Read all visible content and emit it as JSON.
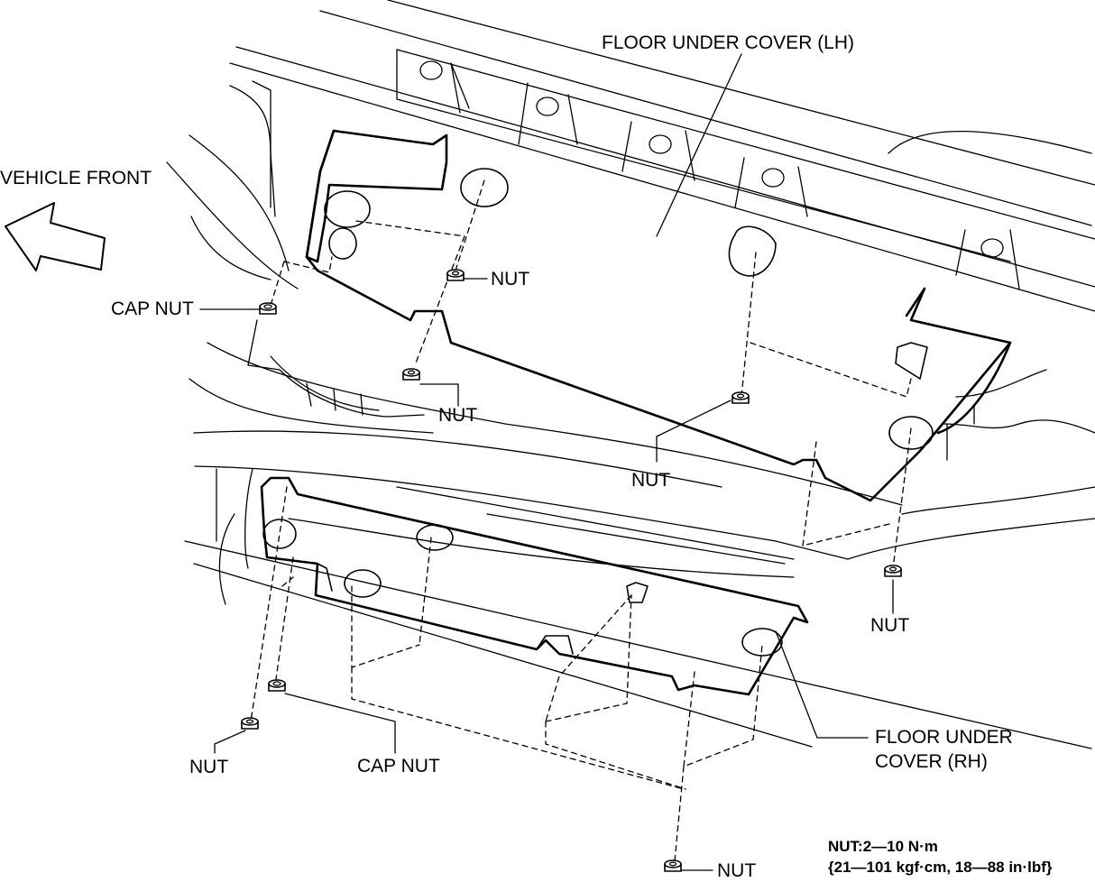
{
  "labels": {
    "floor_lh": "FLOOR UNDER COVER (LH)",
    "vehicle_front": "VEHICLE FRONT",
    "cap_nut_top": "CAP NUT",
    "nut_1": "NUT",
    "nut_2": "NUT",
    "nut_3": "NUT",
    "nut_4": "NUT",
    "floor_rh_line1": "FLOOR UNDER",
    "floor_rh_line2": "COVER (RH)",
    "nut_5": "NUT",
    "cap_nut_bottom": "CAP NUT",
    "nut_6": "NUT"
  },
  "spec": {
    "line1": "NUT:2—10 N·m",
    "line2": "{21—101 kgf·cm, 18—88 in·lbf}"
  },
  "icons": [
    "arrow-left-icon",
    "nut-icon",
    "cap-nut-icon"
  ]
}
